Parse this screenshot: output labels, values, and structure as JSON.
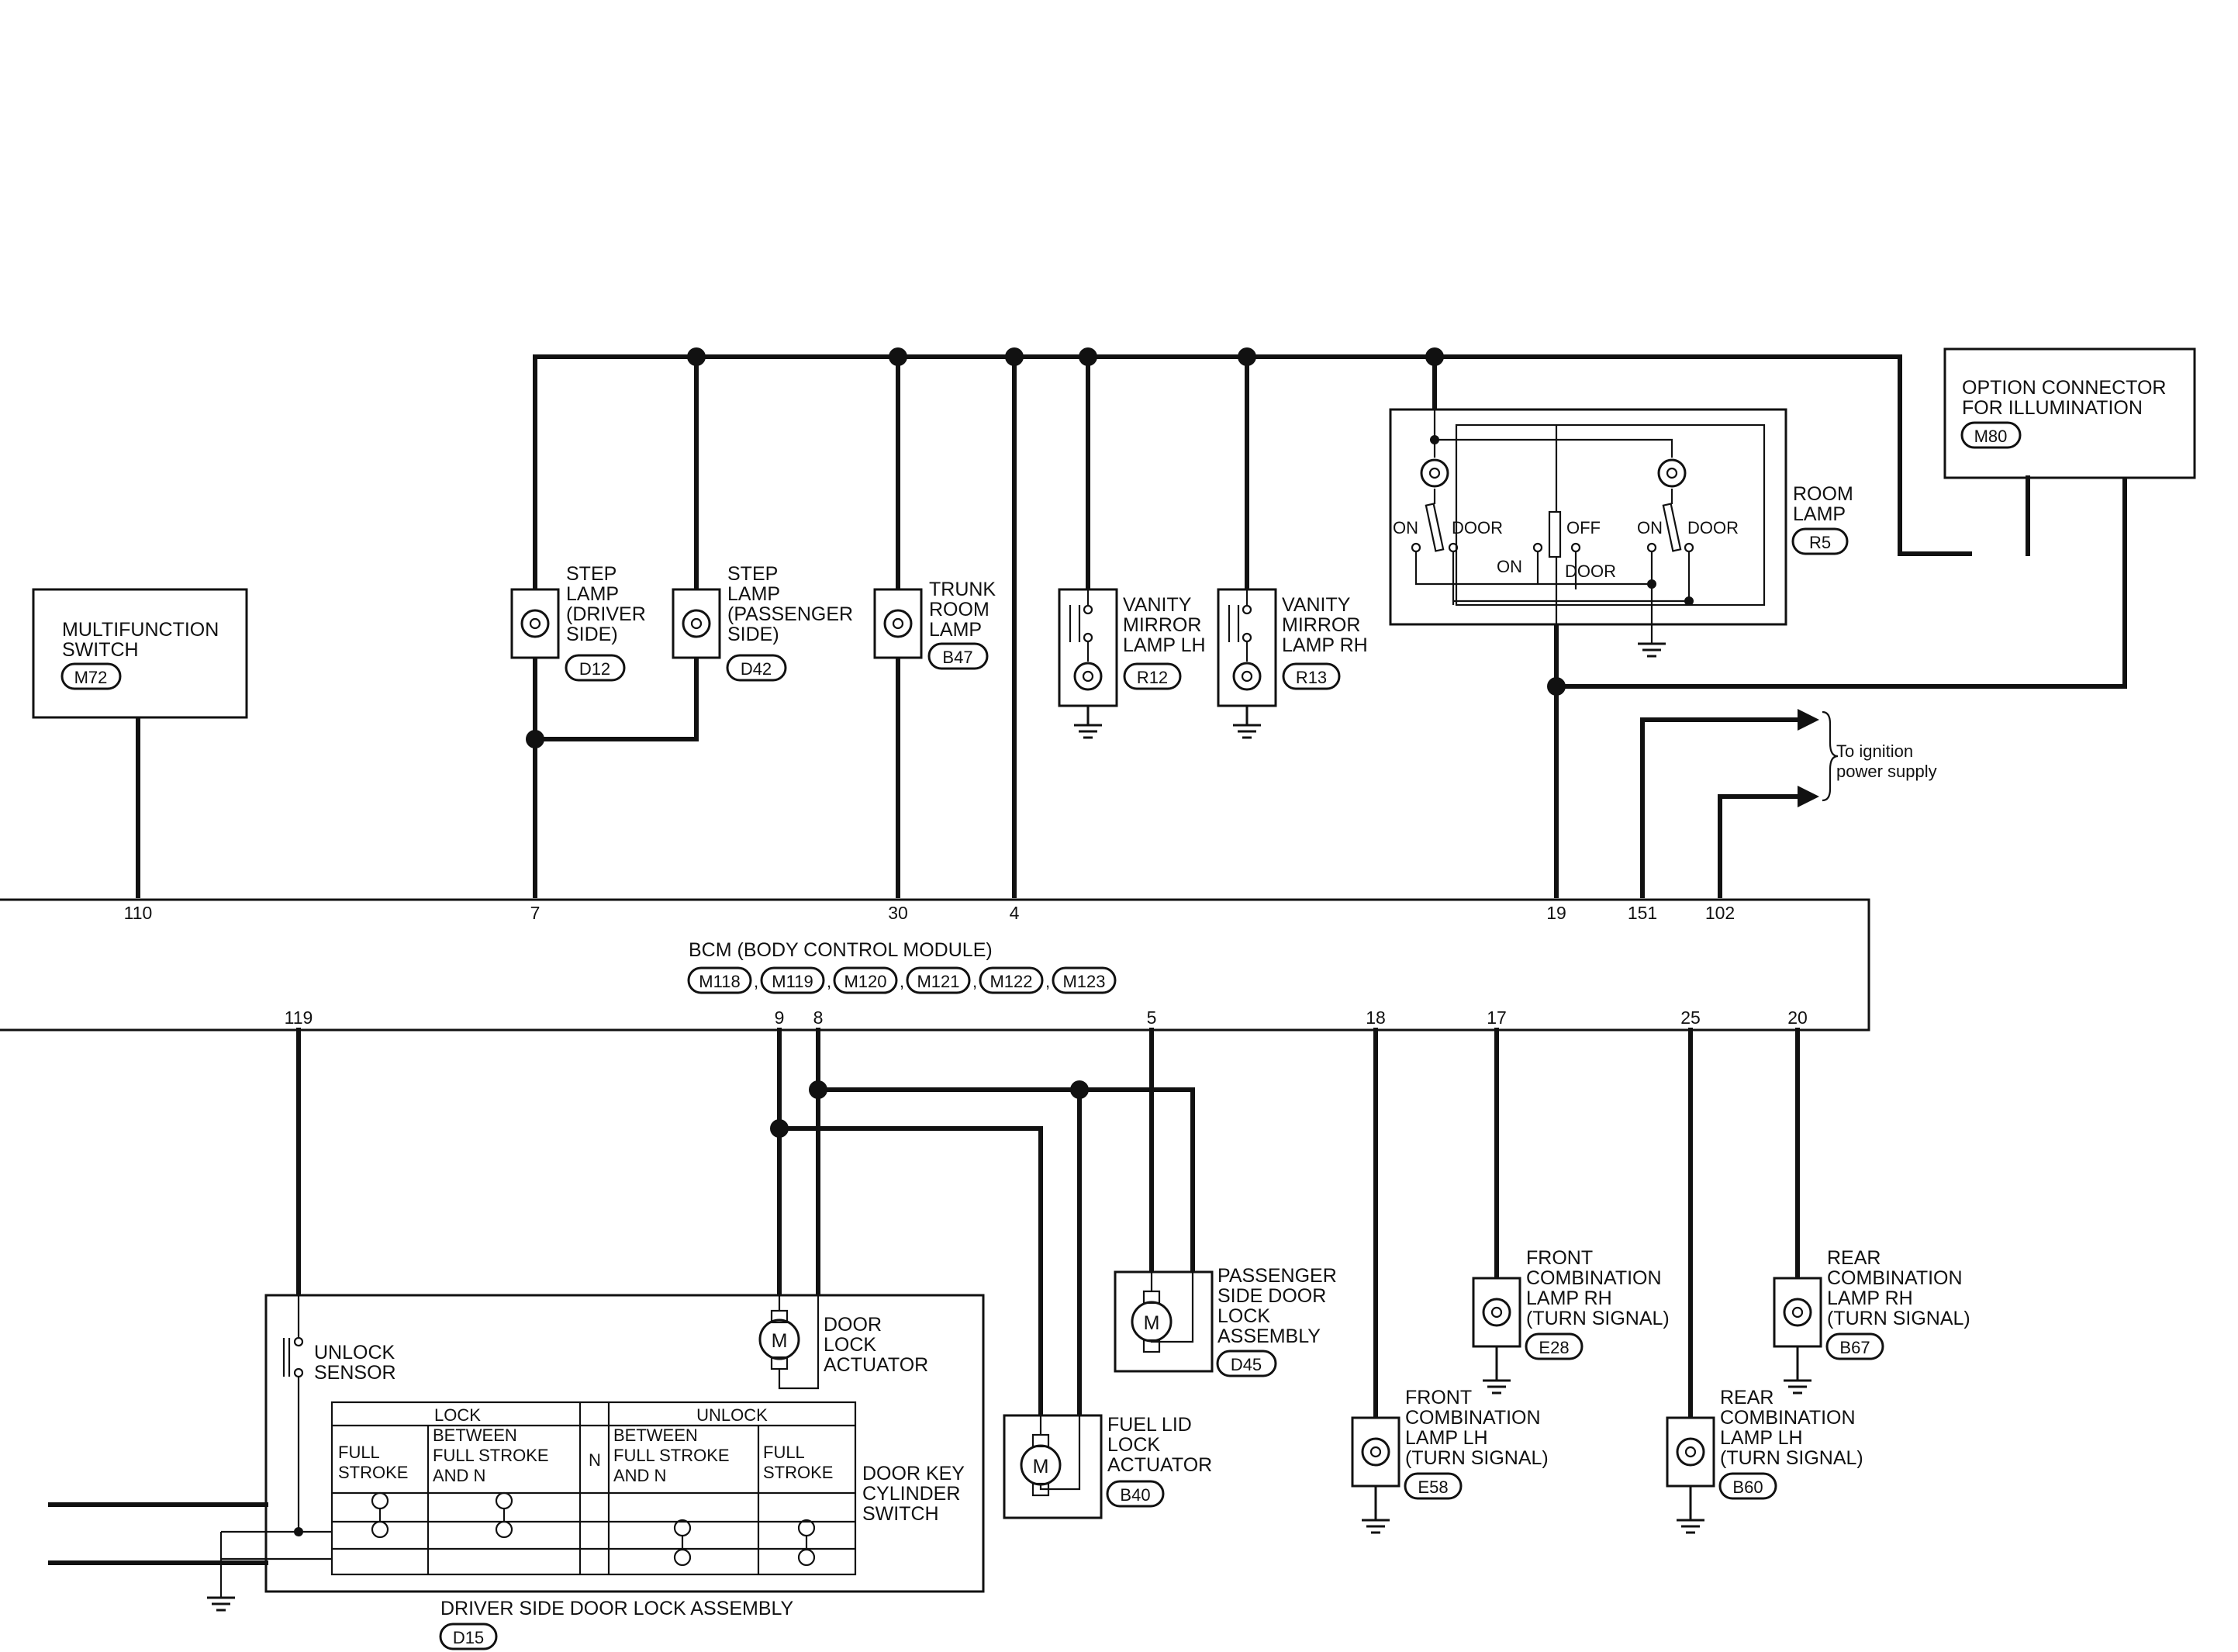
{
  "bcm": {
    "title": "BCM (BODY CONTROL MODULE)",
    "connectors": [
      "M118",
      "M119",
      "M120",
      "M121",
      "M122",
      "M123"
    ],
    "top_pins": [
      "110",
      "7",
      "30",
      "4",
      "19",
      "151",
      "102"
    ],
    "bottom_pins": [
      "119",
      "9",
      "8",
      "5",
      "18",
      "17",
      "25",
      "20"
    ]
  },
  "multifunction_switch": {
    "label": [
      "MULTIFUNCTION",
      "SWITCH"
    ],
    "connector": "M72"
  },
  "step_lamp_driver": {
    "label": [
      "STEP",
      "LAMP",
      "(DRIVER",
      "SIDE)"
    ],
    "connector": "D12"
  },
  "step_lamp_passenger": {
    "label": [
      "STEP",
      "LAMP",
      "(PASSENGER",
      "SIDE)"
    ],
    "connector": "D42"
  },
  "trunk_room_lamp": {
    "label": [
      "TRUNK",
      "ROOM",
      "LAMP"
    ],
    "connector": "B47"
  },
  "vanity_mirror_lh": {
    "label": [
      "VANITY",
      "MIRROR",
      "LAMP LH"
    ],
    "connector": "R12"
  },
  "vanity_mirror_rh": {
    "label": [
      "VANITY",
      "MIRROR",
      "LAMP RH"
    ],
    "connector": "R13"
  },
  "room_lamp": {
    "label": [
      "ROOM",
      "LAMP"
    ],
    "connector": "R5",
    "switch_labels": {
      "on_left": "ON",
      "door_left": "DOOR",
      "off": "OFF",
      "on_mid": "ON",
      "door_mid": "DOOR",
      "on_right": "ON",
      "door_right": "DOOR"
    }
  },
  "option_connector": {
    "label": [
      "OPTION CONNECTOR",
      "FOR ILLUMINATION"
    ],
    "connector": "M80"
  },
  "ignition_note": [
    "To ignition",
    "power supply"
  ],
  "passenger_door_lock": {
    "label": [
      "PASSENGER",
      "SIDE DOOR",
      "LOCK",
      "ASSEMBLY"
    ],
    "connector": "D45",
    "motor": "M"
  },
  "fuel_lid_actuator": {
    "label": [
      "FUEL LID",
      "LOCK",
      "ACTUATOR"
    ],
    "connector": "B40",
    "motor": "M"
  },
  "front_comb_rh": {
    "label": [
      "FRONT",
      "COMBINATION",
      "LAMP RH",
      "(TURN SIGNAL)"
    ],
    "connector": "E28"
  },
  "front_comb_lh": {
    "label": [
      "FRONT",
      "COMBINATION",
      "LAMP LH",
      "(TURN SIGNAL)"
    ],
    "connector": "E58"
  },
  "rear_comb_rh": {
    "label": [
      "REAR",
      "COMBINATION",
      "LAMP RH",
      "(TURN SIGNAL)"
    ],
    "connector": "B67"
  },
  "rear_comb_lh": {
    "label": [
      "REAR",
      "COMBINATION",
      "LAMP LH",
      "(TURN SIGNAL)"
    ],
    "connector": "B60"
  },
  "driver_door_lock": {
    "label": "DRIVER SIDE DOOR LOCK ASSEMBLY",
    "connector": "D15",
    "unlock_sensor": [
      "UNLOCK",
      "SENSOR"
    ],
    "door_lock_actuator": [
      "DOOR",
      "LOCK",
      "ACTUATOR"
    ],
    "motor": "M",
    "key_switch_label": [
      "DOOR KEY",
      "CYLINDER",
      "SWITCH"
    ],
    "table": {
      "lock": "LOCK",
      "unlock": "UNLOCK",
      "neutral": "N",
      "lock_full": [
        "FULL",
        "STROKE"
      ],
      "lock_between": [
        "BETWEEN",
        "FULL STROKE",
        "AND N"
      ],
      "unlock_between": [
        "BETWEEN",
        "FULL STROKE",
        "AND N"
      ],
      "unlock_full": [
        "FULL",
        "STROKE"
      ]
    }
  }
}
